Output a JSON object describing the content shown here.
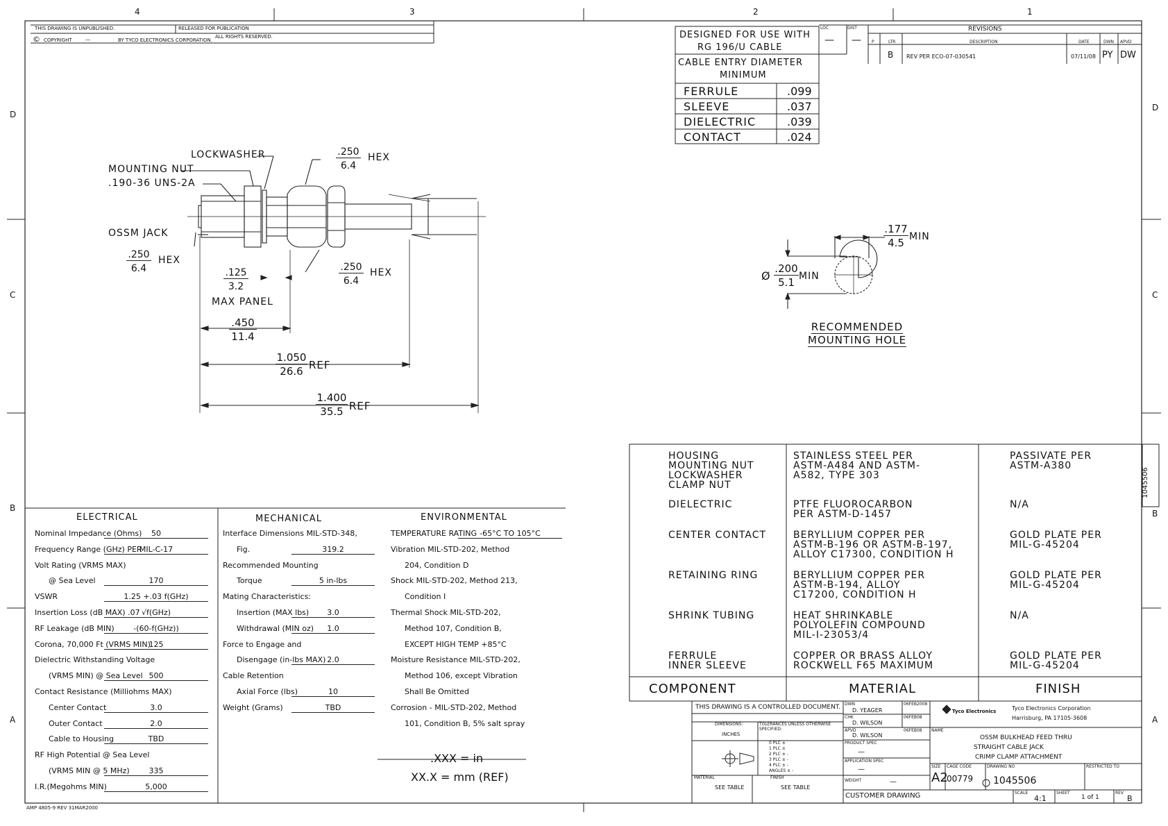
{
  "zones": {
    "top": [
      "4",
      "3",
      "2",
      "1"
    ],
    "side": [
      "D",
      "C",
      "B",
      "A"
    ]
  },
  "header": {
    "unpublished": "THIS DRAWING IS UNPUBLISHED.",
    "released": "RELEASED FOR PUBLICATION",
    "copyright_symbol": "©",
    "copyright": "COPYRIGHT",
    "copyright_dash": "—",
    "corp": "BY TYCO ELECTRONICS CORPORATION.",
    "rights": "ALL RIGHTS RESERVED."
  },
  "cable_table": {
    "designed": "DESIGNED FOR USE WITH",
    "cable": "RG 196/U CABLE",
    "entry": "CABLE ENTRY DIAMETER",
    "minimum": "MINIMUM",
    "rows": [
      {
        "name": "FERRULE",
        "value": ".099"
      },
      {
        "name": "SLEEVE",
        "value": ".037"
      },
      {
        "name": "DIELECTRIC",
        "value": ".039"
      },
      {
        "name": "CONTACT",
        "value": ".024"
      }
    ]
  },
  "revisions": {
    "title": "REVISIONS",
    "loc_label": "LOC",
    "loc_value": "—",
    "dist_label": "DIST",
    "dist_value": "—",
    "p_label": "P",
    "ltr_label": "LTR",
    "desc_label": "DESCRIPTION",
    "date_label": "DATE",
    "dwn_label": "DWN",
    "apvd_label": "APVD",
    "ltr": "B",
    "desc": "REV PER ECO-07-030541",
    "date": "07/11/08",
    "dwn": "PY",
    "apvd": "DW"
  },
  "drawing": {
    "lockwasher": "LOCKWASHER",
    "mounting_nut": "MOUNTING NUT",
    "thread": ".190-36 UNS-2A",
    "jack": "OSSM JACK",
    "hex_top_in": ".250",
    "hex_top_mm": "6.4",
    "hex_label": "HEX",
    "hex_left_in": ".250",
    "hex_left_mm": "6.4",
    "hex_left_label": "HEX",
    "hex_right_in": ".250",
    "hex_right_mm": "6.4",
    "hex_right_label": "HEX",
    "panel_in": ".125",
    "panel_mm": "3.2",
    "panel_label": "MAX PANEL",
    "d450_in": ".450",
    "d450_mm": "11.4",
    "d1050_in": "1.050",
    "d1050_mm": "26.6",
    "d1050_ref": "REF",
    "d1400_in": "1.400",
    "d1400_mm": "35.5",
    "d1400_ref": "REF"
  },
  "hole": {
    "width_in": ".177",
    "width_mm": "4.5",
    "width_min": "MIN",
    "dia_symbol": "Ø",
    "dia_in": ".200",
    "dia_mm": "5.1",
    "dia_min": "MIN",
    "label1": "RECOMMENDED",
    "label2": "MOUNTING HOLE"
  },
  "specs": {
    "electrical": {
      "title": "ELECTRICAL",
      "lines": [
        {
          "text": "Nominal Impedance (Ohms)",
          "val": "50",
          "indent": false
        },
        {
          "text": "Frequency Range (GHz) PER",
          "val": "MIL-C-17",
          "indent": false
        },
        {
          "text": "Volt Rating (VRMS MAX)",
          "val": "",
          "indent": false
        },
        {
          "text": "@ Sea Level",
          "val": "170",
          "indent": true
        },
        {
          "text": "VSWR",
          "val": "1.25 +.03 f(GHz)",
          "indent": false
        },
        {
          "text": "Insertion Loss (dB MAX) .07",
          "val": "√f(GHz)",
          "indent": false
        },
        {
          "text": "RF Leakage (dB MIN)",
          "val": "-(60-f(GHz))",
          "indent": false
        },
        {
          "text": "Corona, 70,000 Ft (VRMS MIN)",
          "val": "125",
          "indent": false
        },
        {
          "text": "Dielectric Withstanding Voltage",
          "val": "",
          "indent": false
        },
        {
          "text": "(VRMS MIN) @ Sea Level",
          "val": "500",
          "indent": true
        },
        {
          "text": "Contact Resistance (Milliohms MAX)",
          "val": "",
          "indent": false
        },
        {
          "text": "Center Contact",
          "val": "3.0",
          "indent": true
        },
        {
          "text": "Outer Contact",
          "val": "2.0",
          "indent": true
        },
        {
          "text": "Cable to Housing",
          "val": "TBD",
          "indent": true
        },
        {
          "text": "RF High Potential @ Sea Level",
          "val": "",
          "indent": false
        },
        {
          "text": "(VRMS MIN @ 5 MHz)",
          "val": "335",
          "indent": true
        },
        {
          "text": "I.R.(Megohms MIN)",
          "val": "5,000",
          "indent": false
        }
      ]
    },
    "mechanical": {
      "title": "MECHANICAL",
      "lines": [
        {
          "text": "Interface Dimensions MIL-STD-348,",
          "val": "",
          "indent": false
        },
        {
          "text": "Fig.",
          "val": "319.2",
          "indent": true
        },
        {
          "text": "Recommended Mounting",
          "val": "",
          "indent": false
        },
        {
          "text": "Torque",
          "val": "5 in-lbs",
          "indent": true
        },
        {
          "text": "Mating Characteristics:",
          "val": "",
          "indent": false
        },
        {
          "text": "Insertion (MAX lbs)",
          "val": "3.0",
          "indent": true
        },
        {
          "text": "Withdrawal (MIN oz)",
          "val": "1.0",
          "indent": true
        },
        {
          "text": "Force to Engage and",
          "val": "",
          "indent": false
        },
        {
          "text": "Disengage (in-lbs MAX)",
          "val": "2.0",
          "indent": true
        },
        {
          "text": "Cable Retention",
          "val": "",
          "indent": false
        },
        {
          "text": "Axial Force (lbs)",
          "val": "10",
          "indent": true
        },
        {
          "text": "Weight (Grams)",
          "val": "TBD",
          "indent": false
        }
      ]
    },
    "environmental": {
      "title": "ENVIRONMENTAL",
      "lines": [
        {
          "text": "TEMPERATURE RATING",
          "val": "-65°C TO 105°C",
          "indent": false
        },
        {
          "text": "Vibration MIL-STD-202, Method",
          "val": "",
          "indent": false
        },
        {
          "text": "204, Condition D",
          "val": "",
          "indent": true
        },
        {
          "text": "Shock MIL-STD-202, Method 213,",
          "val": "",
          "indent": false
        },
        {
          "text": "Condition I",
          "val": "",
          "indent": true
        },
        {
          "text": "Thermal Shock MIL-STD-202,",
          "val": "",
          "indent": false
        },
        {
          "text": "Method 107, Condition B,",
          "val": "",
          "indent": true
        },
        {
          "text": "EXCEPT HIGH TEMP +85°C",
          "val": "",
          "indent": true
        },
        {
          "text": "Moisture Resistance MIL-STD-202,",
          "val": "",
          "indent": false
        },
        {
          "text": "Method 106, except Vibration",
          "val": "",
          "indent": true
        },
        {
          "text": "Shall Be Omitted",
          "val": "",
          "indent": true
        },
        {
          "text": "Corrosion - MIL-STD-202, Method",
          "val": "",
          "indent": false
        },
        {
          "text": "101, Condition B, 5% salt spray",
          "val": "",
          "indent": true
        }
      ]
    },
    "units_in": ".XXX = in",
    "units_mm": "XX.X = mm (REF)"
  },
  "materials": {
    "rows": [
      {
        "component": "HOUSING\nMOUNTING NUT\nLOCKWASHER\nCLAMP NUT",
        "material": "STAINLESS STEEL PER\nASTM-A484 AND ASTM-\nA582, TYPE 303",
        "finish": "PASSIVATE PER\nASTM-A380"
      },
      {
        "component": "DIELECTRIC",
        "material": "PTFE FLUOROCARBON\nPER ASTM-D-1457",
        "finish": "N/A"
      },
      {
        "component": "CENTER CONTACT",
        "material": "BERYLLIUM COPPER PER\nASTM-B-196 OR ASTM-B-197,\nALLOY C17300, CONDITION H",
        "finish": "GOLD PLATE PER\nMIL-G-45204"
      },
      {
        "component": "RETAINING RING",
        "material": "BERYLLIUM COPPER PER\nASTM-B-194, ALLOY\nC17200, CONDITION H",
        "finish": "GOLD PLATE PER\nMIL-G-45204"
      },
      {
        "component": "SHRINK TUBING",
        "material": "HEAT SHRINKABLE\nPOLYOLEFIN COMPOUND\nMIL-I-23053/4",
        "finish": "N/A"
      },
      {
        "component": "FERRULE\nINNER SLEEVE",
        "material": "COPPER OR BRASS ALLOY\nROCKWELL F65 MAXIMUM",
        "finish": "GOLD PLATE PER\nMIL-G-45204"
      }
    ],
    "headers": {
      "component": "COMPONENT",
      "material": "MATERIAL",
      "finish": "FINISH"
    }
  },
  "title_block": {
    "controlled": "THIS DRAWING IS A CONTROLLED DOCUMENT.",
    "dims_label": "DIMENSIONS:",
    "dims_value": "INCHES",
    "tol_label": "TOLERANCES UNLESS OTHERWISE SPECIFIED:",
    "tol_rows": [
      "0 PLC  ±",
      "1 PLC  ±",
      "2 PLC  ± -",
      "3 PLC  ± -",
      "4 PLC  ± -",
      "ANGLES  ± -"
    ],
    "material_label": "MATERIAL",
    "material_value": "SEE TABLE",
    "finish_label": "FINISH",
    "finish_value": "SEE TABLE",
    "dwn_label": "DWN",
    "dwn_value": "D. YEAGER",
    "dwn_date_label": "06FEB2008",
    "chk_label": "CHK",
    "chk_value": "D. WILSON",
    "chk_date": "06FEB08",
    "appr_label": "APVD",
    "appr_value": "D. WILSON",
    "appr_date": "06FEB08",
    "product_spec_label": "PRODUCT SPEC",
    "product_spec_value": "—",
    "app_spec_label": "APPLICATION SPEC",
    "app_spec_value": "—",
    "weight_label": "WEIGHT",
    "weight_value": "—",
    "customer": "CUSTOMER DRAWING",
    "company_logo": "Tyco Electronics",
    "company": "Tyco Electronics Corporation",
    "address": "Harrisburg, PA 17105-3608",
    "name_label": "NAME",
    "name1": "OSSM BULKHEAD FEED THRU",
    "name2": "STRAIGHT CABLE JACK",
    "name3": "CRIMP CLAMP ATTACHMENT",
    "size_label": "SIZE",
    "size": "A2",
    "cage_label": "CAGE CODE",
    "cage": "00779",
    "dwg_label": "DRAWING NO",
    "dwg_no": "1045506",
    "restricted_label": "RESTRICTED TO",
    "scale_label": "SCALE",
    "scale": "4:1",
    "sheet_label": "SHEET",
    "sheet": "1 of 1",
    "rev_label": "REV",
    "rev": "B",
    "side_no": "1045506",
    "footer": "AMP 4805-9 REV 31MAR2000"
  }
}
